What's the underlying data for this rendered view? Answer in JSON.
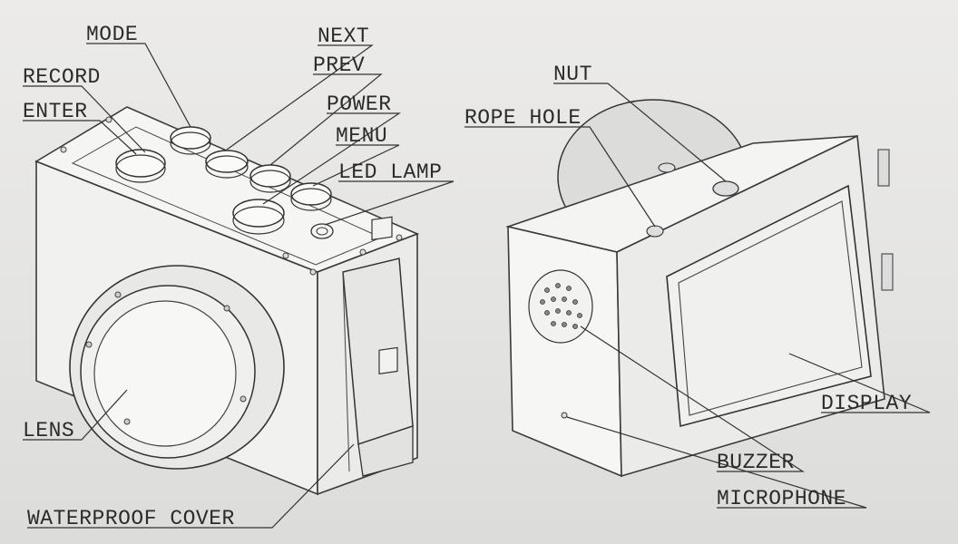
{
  "labels": {
    "mode": "MODE",
    "next": "NEXT",
    "record": "RECORD",
    "prev": "PREV",
    "enter": "ENTER",
    "power": "POWER",
    "menu": "MENU",
    "led_lamp": "LED LAMP",
    "nut": "NUT",
    "rope_hole": "ROPE HOLE",
    "lens": "LENS",
    "display": "DISPLAY",
    "buzzer": "BUZZER",
    "waterproof_cover": "WATERPROOF COVER",
    "microphone": "MICROPHONE"
  },
  "colors": {
    "line": "#333333",
    "body": "#f1f1ef",
    "paper": "#e8e8e6"
  }
}
